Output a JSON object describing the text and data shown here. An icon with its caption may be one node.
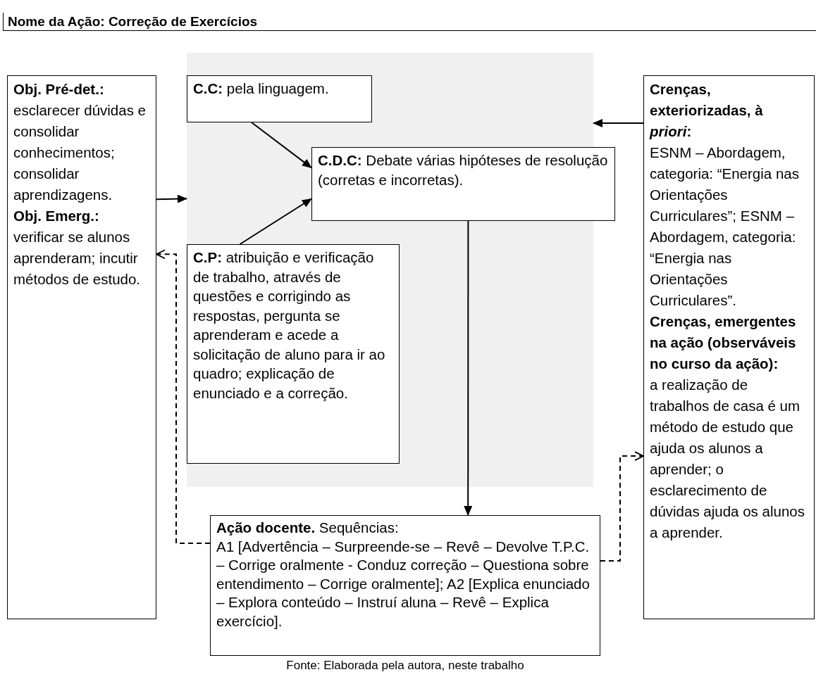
{
  "diagram": {
    "title": "Nome da Ação: Correção de Exercícios",
    "nodes": [
      {
        "text": [],
        "shape": "box"
      },
      {
        "text": [
          "Obj. Pré-det.:",
          "esclarecer dúvidas e consolidar conhecimentos; consolidar aprendizagens.",
          "Obj. Emerg.:",
          "verificar se alunos aprenderam; incutir métodos de estudo."
        ]
      },
      {
        "text": [
          "**C.C:** pela linguagem."
        ],
        "in": 0
      },
      {
        "text": [
          "**C.D.C:** Debate várias hipóteses de resolução (corretas e incorretas)."
        ],
        "in": 0
      },
      {
        "text": [
          "**C.P:** atribuição e verificação de trabalho, através de questões e corrigindo as respostas, pergunta se aprenderam e acede a solicitação de aluno para ir ao quadro; explicação de enunciado e a correção."
        ],
        "in": 0
      },
      {
        "text": [
          "Crenças, exteriorizadas, à *priori*:",
          "ESNM – Abordagem, categoria: “Energia nas Orientações Curriculares”; ESNM – Abordagem, categoria: “Energia nas Orientações Curriculares”.",
          "Crenças, emergentes na ação (observáveis no curso da ação):",
          "a realização de trabalhos de casa é um método de estudo que ajuda os alunos a aprender; o esclarecimento de dúvidas ajuda os alunos a aprender."
        ]
      },
      {
        "text": [
          "**Ação docente.** Sequências:",
          "A1 [Advertência – Surpreende-se – Revê – Devolve T.P.C. – Corrige oralmente - Conduz correção – Questiona sobre entendimento – Corrige oralmente]; A2 [Explica enunciado – Explora conteúdo – Instruí aluna – Revê – Explica exercício]."
        ]
      }
    ],
    "edges": [
      {
        "from": 1,
        "to": 0,
        "arrow": "to"
      },
      {
        "from": 5,
        "to": 0,
        "arrow": "to"
      },
      {
        "from": 2,
        "to": 3,
        "arrow": "to"
      },
      {
        "from": 4,
        "to": 3,
        "arrow": "to"
      },
      {
        "from": 3,
        "to": 6,
        "arrow": "to"
      },
      {
        "from": 6,
        "to": 1,
        "arrow": "to",
        "style": "dashed"
      },
      {
        "from": 6,
        "to": 5,
        "arrow": "to",
        "style": "dashed"
      }
    ],
    "caption": "Fonte: Elaborada pela autora, neste trabalho"
  }
}
